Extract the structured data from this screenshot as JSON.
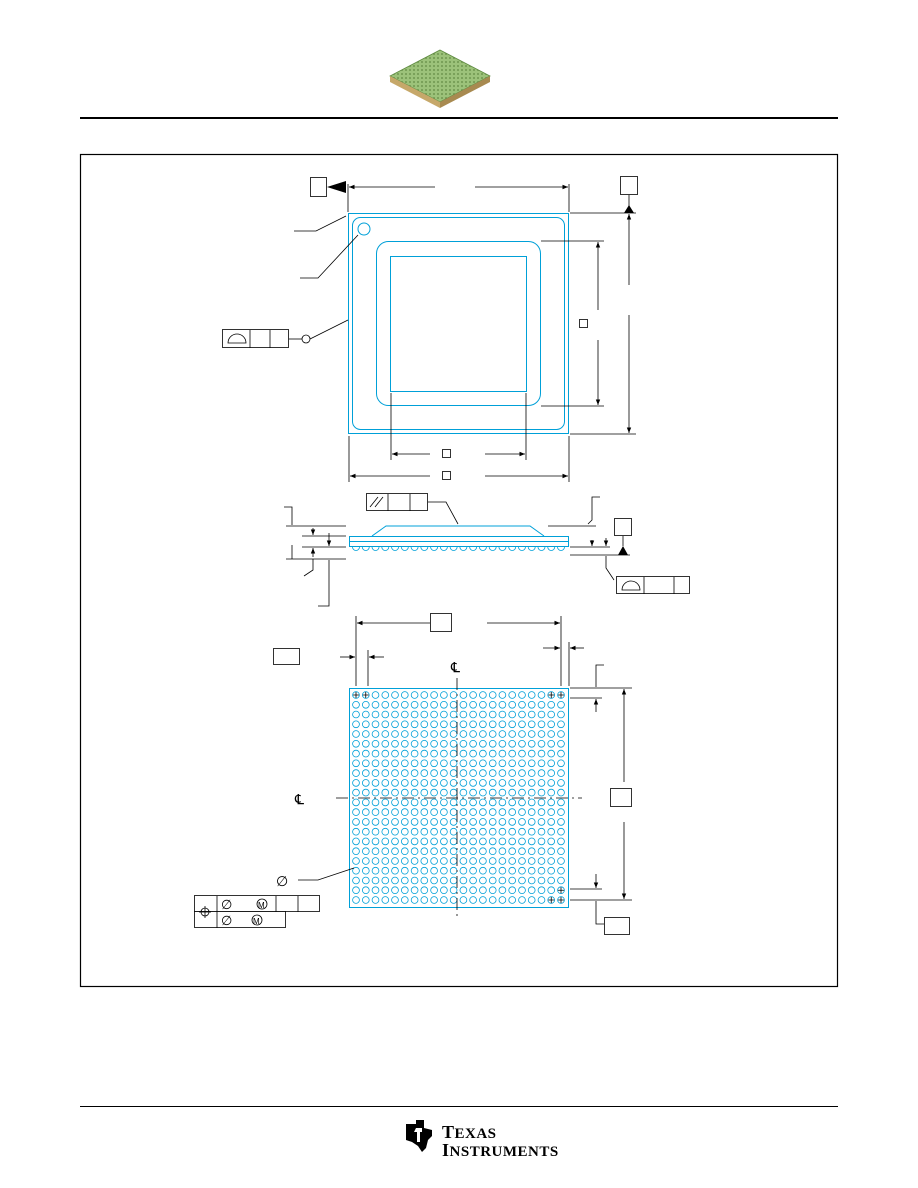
{
  "header": {
    "package_icon": "bga-package-3d-icon"
  },
  "footer": {
    "brand_line1": "Texas",
    "brand_line2": "Instruments",
    "logo_icon": "texas-instruments-logo-icon"
  },
  "drawing": {
    "centerline_symbol": "℄",
    "diameter_symbol": "∅",
    "parallelism_symbol": "//",
    "position_symbol": "⌖",
    "mmc_symbol": "M",
    "bga_grid": {
      "rows": 22,
      "cols": 22
    },
    "colors": {
      "outline": "#00a0d8",
      "dimension": "#000000",
      "package_green": "#8cb36a"
    }
  }
}
